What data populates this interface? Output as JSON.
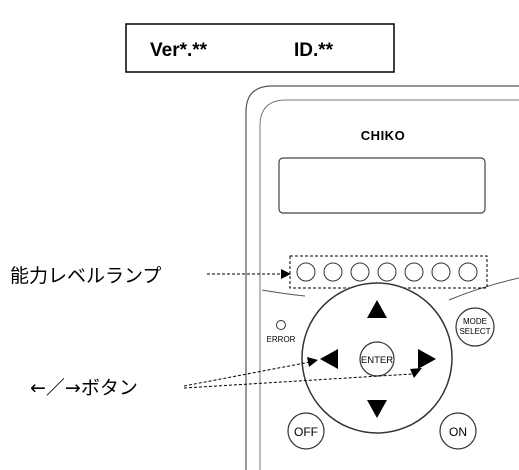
{
  "version_box": {
    "version_text": "Ver*.**",
    "id_text": "ID.**"
  },
  "panel": {
    "brand": "CHIKO",
    "error_label": "ERROR",
    "mode_select_label_line1": "MODE",
    "mode_select_label_line2": "SELECT",
    "enter_label": "ENTER",
    "off_label": "OFF",
    "on_label": "ON",
    "level_lamp_count": 7
  },
  "callouts": {
    "level_lamp_label": "能力レベルランプ",
    "arrow_buttons_label": "←／→ボタン"
  }
}
